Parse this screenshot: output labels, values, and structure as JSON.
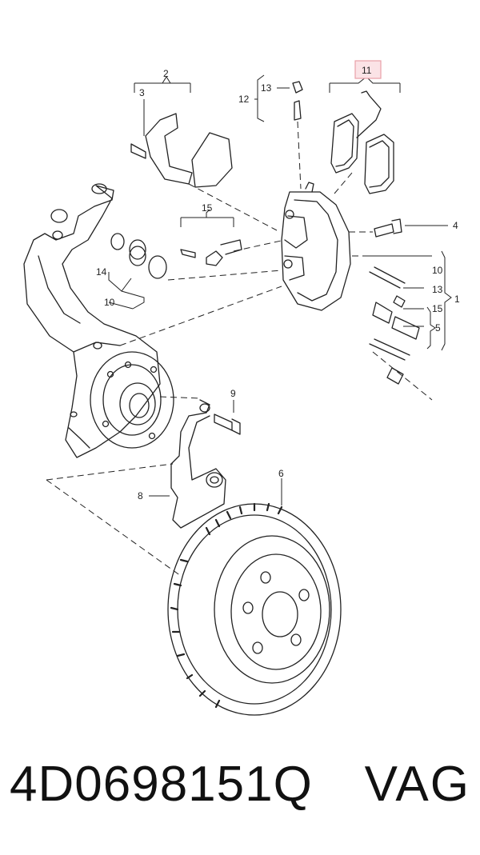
{
  "callouts": {
    "c1": "1",
    "c2": "2",
    "c3": "3",
    "c4": "4",
    "c5": "5",
    "c6": "6",
    "c8": "8",
    "c9": "9",
    "c10a": "10",
    "c10b": "10",
    "c11": "11",
    "c12": "12",
    "c13a": "13",
    "c13b": "13",
    "c14": "14",
    "c15a": "15",
    "c15b": "15"
  },
  "highlight": {
    "callout": "11",
    "color": "#e8a0a8",
    "fill": "#fbe3e6"
  },
  "footer": {
    "part_number": "4D0698151Q",
    "brand": "VAG"
  }
}
